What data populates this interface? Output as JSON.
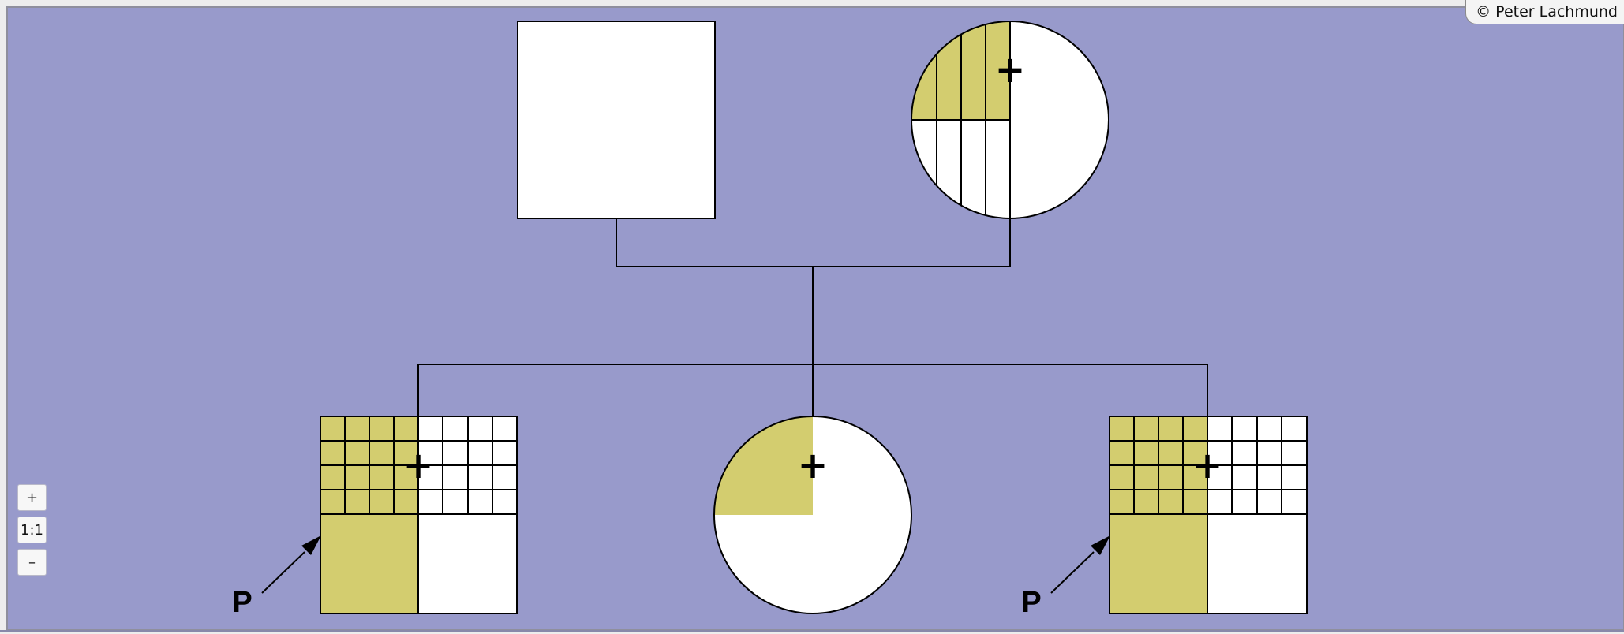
{
  "copyright": "© Peter Lachmund",
  "zoom": {
    "plus_label": "+",
    "reset_label": "1:1",
    "minus_label": "–"
  },
  "proband_marker": "P",
  "carrier_marker": "+",
  "colors": {
    "canvas": "#989acb",
    "frame": "#ededed",
    "fill": "#d3cd6f",
    "symbol": "#ffffff",
    "line": "#000000"
  },
  "pedigree": {
    "parents": [
      {
        "sex": "male",
        "affected_shading": "none",
        "carrier": false
      },
      {
        "sex": "female",
        "affected_shading": "upper-left quadrant",
        "pattern": "vertical stripes",
        "carrier": true
      }
    ],
    "children": [
      {
        "sex": "male",
        "affected_shading": "upper-left and lower-left",
        "pattern": "grid",
        "carrier": true,
        "proband": true
      },
      {
        "sex": "female",
        "affected_shading": "upper-left quadrant",
        "carrier": true,
        "proband": false
      },
      {
        "sex": "male",
        "affected_shading": "upper-left and lower-left",
        "pattern": "grid",
        "carrier": true,
        "proband": true
      }
    ]
  }
}
